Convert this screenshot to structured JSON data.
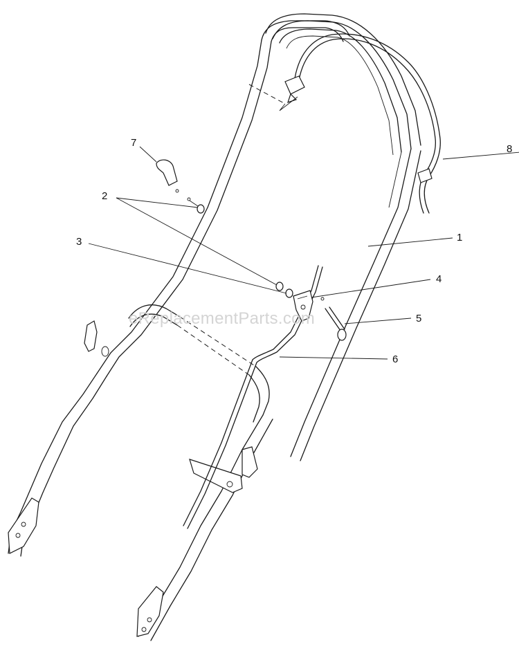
{
  "watermark": "eReplacementParts.com",
  "callouts": [
    {
      "id": "1",
      "label": "1"
    },
    {
      "id": "2",
      "label": "2"
    },
    {
      "id": "3",
      "label": "3"
    },
    {
      "id": "4",
      "label": "4"
    },
    {
      "id": "5",
      "label": "5"
    },
    {
      "id": "6",
      "label": "6"
    },
    {
      "id": "7",
      "label": "7"
    },
    {
      "id": "8",
      "label": "8"
    }
  ]
}
